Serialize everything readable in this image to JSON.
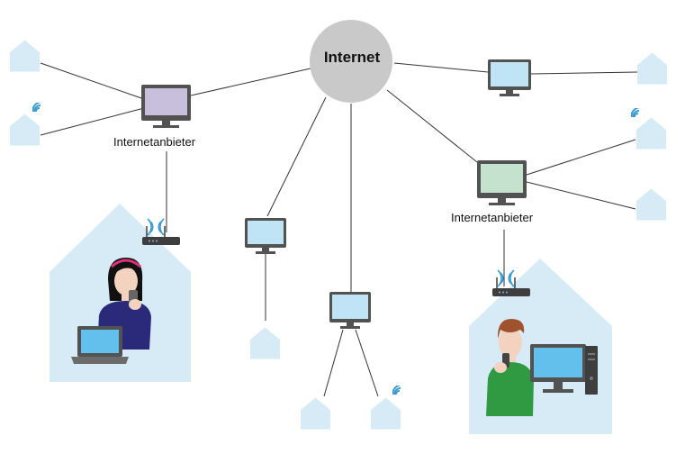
{
  "diagram": {
    "internet_label": "Internet",
    "provider_labels": [
      "Internetanbieter",
      "Internetanbieter"
    ]
  },
  "colors": {
    "house": "#d6ebf5",
    "line": "#333333",
    "internet_node": "#c9c9c9",
    "monitor_frame": "#525252",
    "screen_blue": "#bfe4f6",
    "screen_purple": "#c8bfdd",
    "screen_green": "#c4e2cd",
    "wifi": "#3a9ad0"
  }
}
